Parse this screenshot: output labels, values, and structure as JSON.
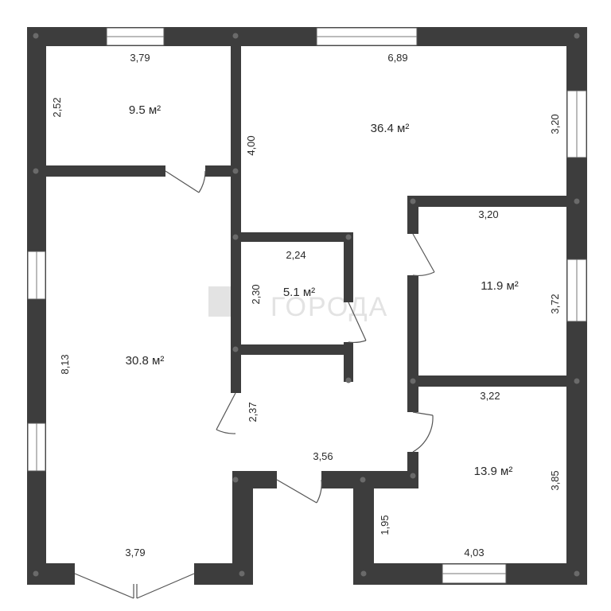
{
  "watermark": {
    "text": "ГОРОДА"
  },
  "colors": {
    "wall": "#3d3d3d",
    "background": "#ffffff",
    "text": "#2a2a2a"
  },
  "rooms": [
    {
      "id": "room-nw",
      "area": "9.5 м²"
    },
    {
      "id": "room-living",
      "area": "36.4 м²"
    },
    {
      "id": "room-bath",
      "area": "5.1 м²"
    },
    {
      "id": "room-bedroom-e",
      "area": "11.9 м²"
    },
    {
      "id": "room-west",
      "area": "30.8 м²"
    },
    {
      "id": "room-se",
      "area": "13.9 м²"
    }
  ],
  "dimensions": {
    "nw_top": "3,79",
    "nw_side": "2,52",
    "living_top": "6,89",
    "living_left": "4,00",
    "living_right": "3,20",
    "bath_top": "2,24",
    "bath_side": "2,30",
    "bedroom_e_top": "3,20",
    "bedroom_e_side": "3,72",
    "west_side": "8,13",
    "west_bottom": "3,79",
    "hall_side": "2,37",
    "hall_bottom": "3,56",
    "se_top": "3,22",
    "se_right": "3,85",
    "se_left": "1,95",
    "se_bottom": "4,03"
  }
}
